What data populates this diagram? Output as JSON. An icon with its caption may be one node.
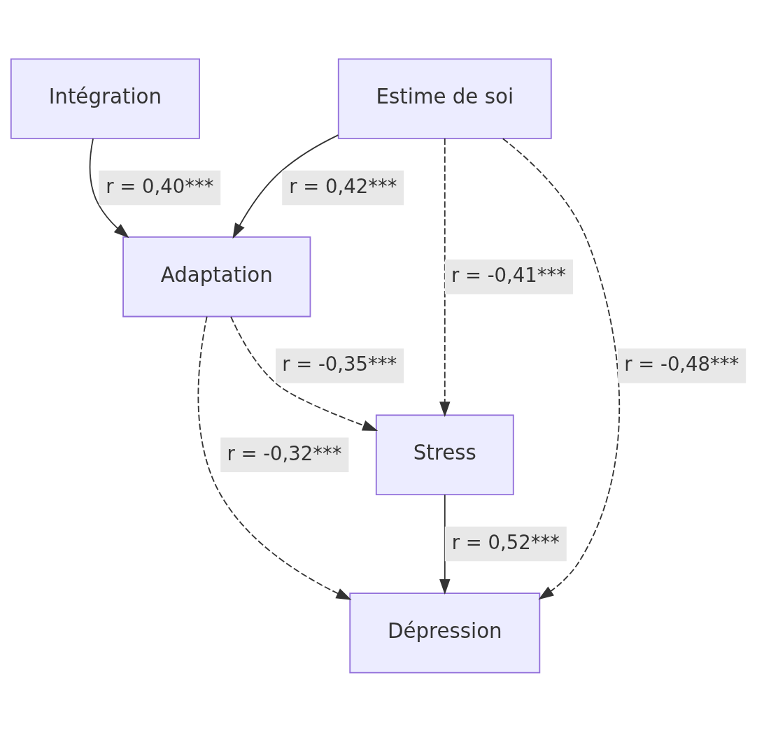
{
  "diagram": {
    "nodes": [
      {
        "text": [
          "Estime de soi"
        ]
      },
      {
        "text": [
          "Intégration"
        ]
      },
      {
        "text": [
          "Adaptation"
        ]
      },
      {
        "text": [
          "Stress"
        ]
      },
      {
        "text": [
          "Dépression"
        ]
      }
    ],
    "edges": [
      {
        "from": 0,
        "to": 2,
        "arrow": "to",
        "label": "r = 0,42***"
      },
      {
        "from": 1,
        "to": 2,
        "arrow": "to",
        "label": "r = 0,40***"
      },
      {
        "from": 0,
        "to": 3,
        "arrow": "to",
        "label": "r = -0,41***",
        "style": "dashed"
      },
      {
        "from": 2,
        "to": 3,
        "arrow": "to",
        "label": "r = -0,35***",
        "style": "dashed"
      },
      {
        "from": 0,
        "to": 4,
        "arrow": "to",
        "label": "r = -0,48***",
        "style": "dashed"
      },
      {
        "from": 2,
        "to": 4,
        "arrow": "to",
        "label": "r = -0,32***",
        "style": "dashed"
      },
      {
        "from": 3,
        "to": 4,
        "arrow": "to",
        "label": "r = 0,52***"
      }
    ]
  }
}
